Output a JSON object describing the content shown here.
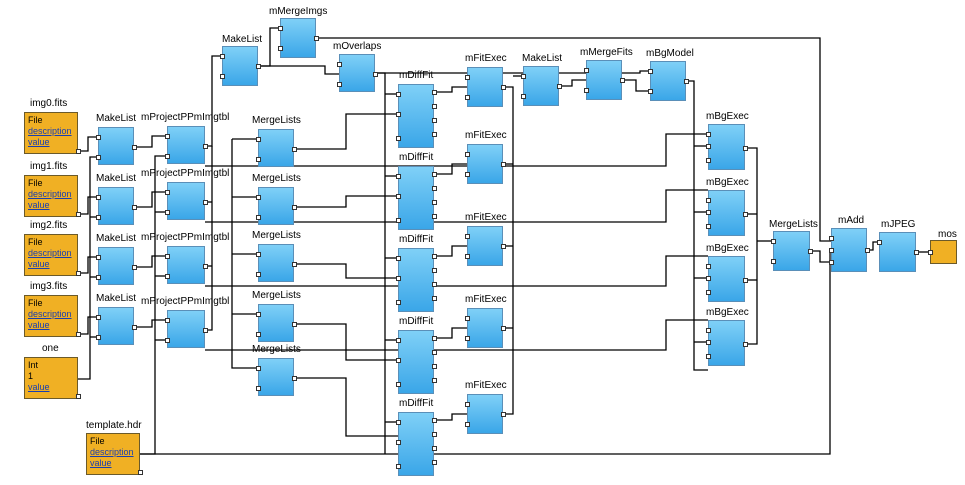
{
  "inputs": [
    {
      "title": "img0.fits",
      "line1": "File",
      "line2": "description",
      "line3": "value"
    },
    {
      "title": "img1.fits",
      "line1": "File",
      "line2": "description",
      "line3": "value"
    },
    {
      "title": "img2.fits",
      "line1": "File",
      "line2": "description",
      "line3": "value"
    },
    {
      "title": "img3.fits",
      "line1": "File",
      "line2": "description",
      "line3": "value"
    },
    {
      "title": "one",
      "line1": "Int",
      "line2": "1",
      "line3": "value"
    },
    {
      "title": "template.hdr",
      "line1": "File",
      "line2": "description",
      "line3": "value"
    }
  ],
  "processes": {
    "make_list": "MakeList",
    "project": "mProjectPPmImgtbl",
    "merge_lists": "MergeLists",
    "diff_fit": "mDiffFit",
    "fit_exec": "mFitExec",
    "merge_imgs": "mMergeImgs",
    "overlaps": "mOverlaps",
    "merge_fits": "mMergeFits",
    "bg_model": "mBgModel",
    "bg_exec": "mBgExec",
    "add": "mAdd",
    "jpeg": "mJPEG"
  },
  "output": {
    "title": "mos"
  },
  "colors": {
    "process_top": "#7fd0f7",
    "process_bottom": "#3aa6e8",
    "input": "#f0b024",
    "wire": "#000000"
  }
}
